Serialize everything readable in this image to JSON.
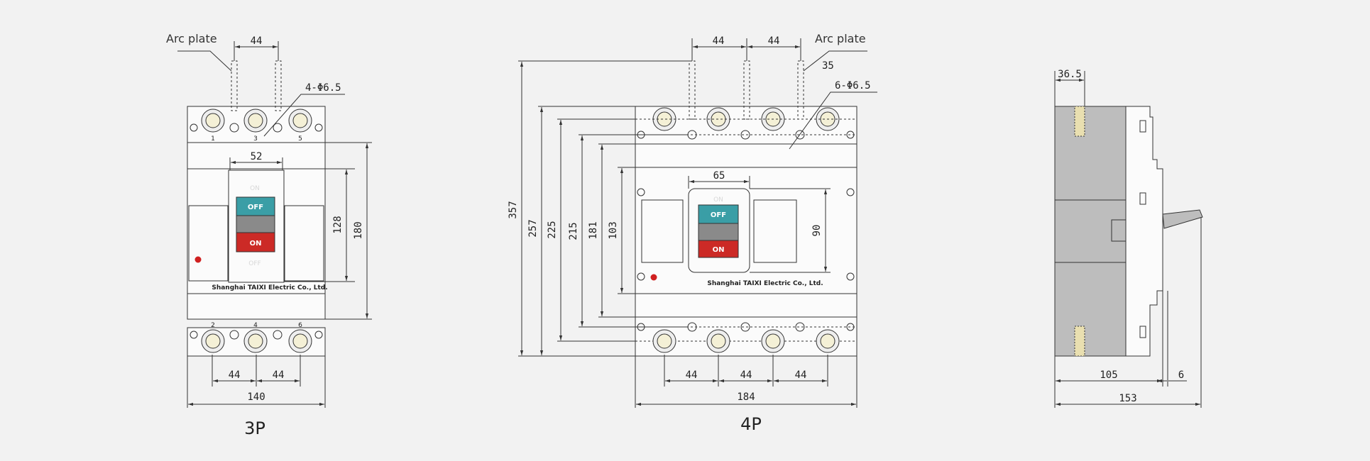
{
  "views": {
    "p3": {
      "caption": "3P",
      "arc_plate": "Arc plate",
      "hole_note": "4-Φ6.5",
      "dims": {
        "top_pitch": "44",
        "handle_width": "52",
        "handle_height": "128",
        "height": "180",
        "bottom_pitch_1": "44",
        "bottom_pitch_2": "44",
        "width": "140"
      },
      "terminals_top": [
        "1",
        "3",
        "5"
      ],
      "terminals_bottom": [
        "2",
        "4",
        "6"
      ],
      "labels": {
        "on_ghost": "ON",
        "off": "OFF",
        "on": "ON",
        "off_ghost": "OFF",
        "brand": "Shanghai TAIXI Electric Co., Ltd."
      }
    },
    "p4": {
      "caption": "4P",
      "arc_plate": "Arc plate",
      "hole_note": "6-Φ6.5",
      "dims": {
        "top_pitch_1": "44",
        "top_pitch_2": "44",
        "arc_offset": "35",
        "h357": "357",
        "h257": "257",
        "h225": "225",
        "h215": "215",
        "h181": "181",
        "h103": "103",
        "handle_width": "65",
        "handle_height": "90",
        "bottom_pitch_1": "44",
        "bottom_pitch_2": "44",
        "bottom_pitch_3": "44",
        "width": "184"
      },
      "labels": {
        "on_ghost": "ON",
        "off": "OFF",
        "on": "ON",
        "brand": "Shanghai TAIXI Electric Co., Ltd."
      }
    },
    "side": {
      "dims": {
        "d36_5": "36.5",
        "d105": "105",
        "d6": "6",
        "d153": "153"
      }
    }
  },
  "colors": {
    "off_button": "#3a9ea6",
    "mid_band": "#8a8a8a",
    "on_button": "#cc2a26",
    "indicator": "#d02020",
    "side_body": "#bdbdbd",
    "copper": "#e9dfb0"
  }
}
